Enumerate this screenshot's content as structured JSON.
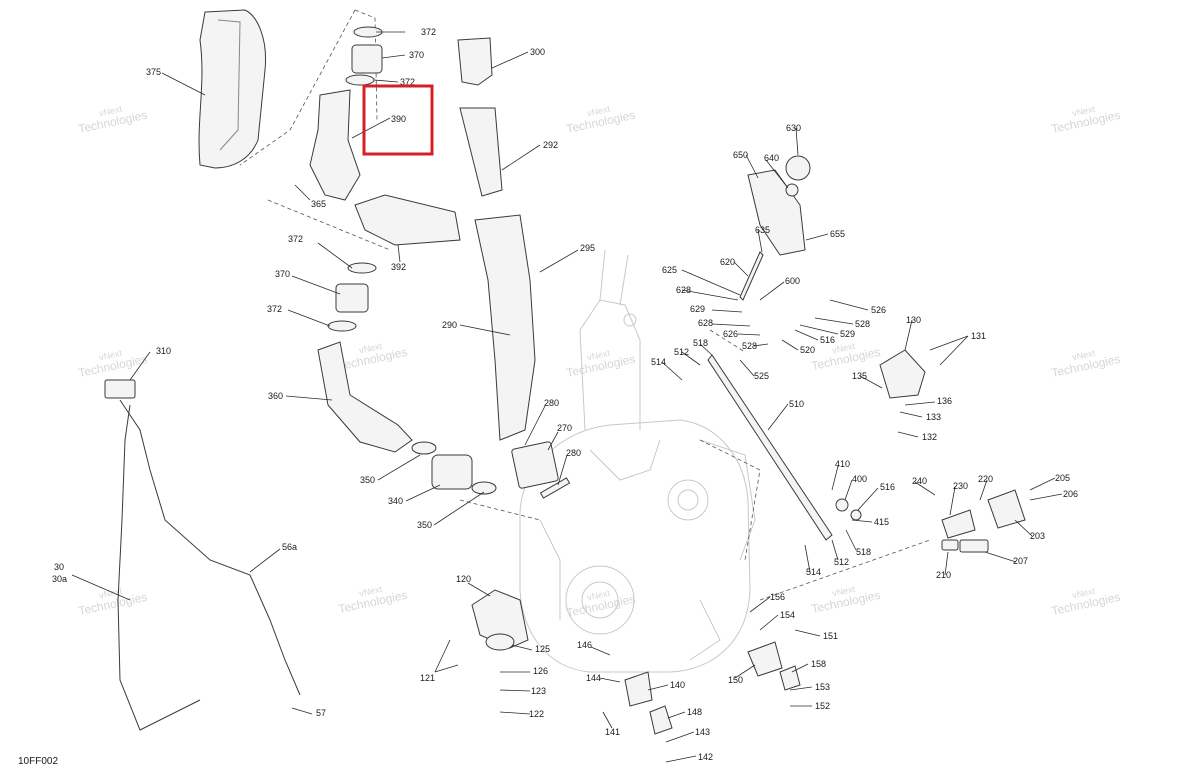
{
  "diagram": {
    "code": "10FF002",
    "watermark": {
      "line1": "vNext",
      "line2": "Technologies"
    },
    "highlight_color": "#d62027",
    "labels": [
      "372",
      "370",
      "372",
      "390",
      "375",
      "365",
      "300",
      "292",
      "392",
      "372",
      "370",
      "372",
      "295",
      "290",
      "310",
      "360",
      "350",
      "340",
      "350",
      "280",
      "270",
      "280",
      "30",
      "30a",
      "56a",
      "57",
      "120",
      "125",
      "126",
      "123",
      "122",
      "121",
      "146",
      "144",
      "140",
      "148",
      "143",
      "142",
      "141",
      "156",
      "154",
      "151",
      "150",
      "158",
      "153",
      "152",
      "650",
      "640",
      "630",
      "655",
      "635",
      "620",
      "625",
      "628",
      "629",
      "628",
      "600",
      "526",
      "528",
      "529",
      "516",
      "626",
      "528",
      "520",
      "512",
      "518",
      "514",
      "525",
      "510",
      "130",
      "131",
      "135",
      "136",
      "133",
      "132",
      "410",
      "400",
      "516",
      "415",
      "518",
      "512",
      "514",
      "240",
      "230",
      "220",
      "205",
      "206",
      "203",
      "207",
      "210"
    ]
  }
}
